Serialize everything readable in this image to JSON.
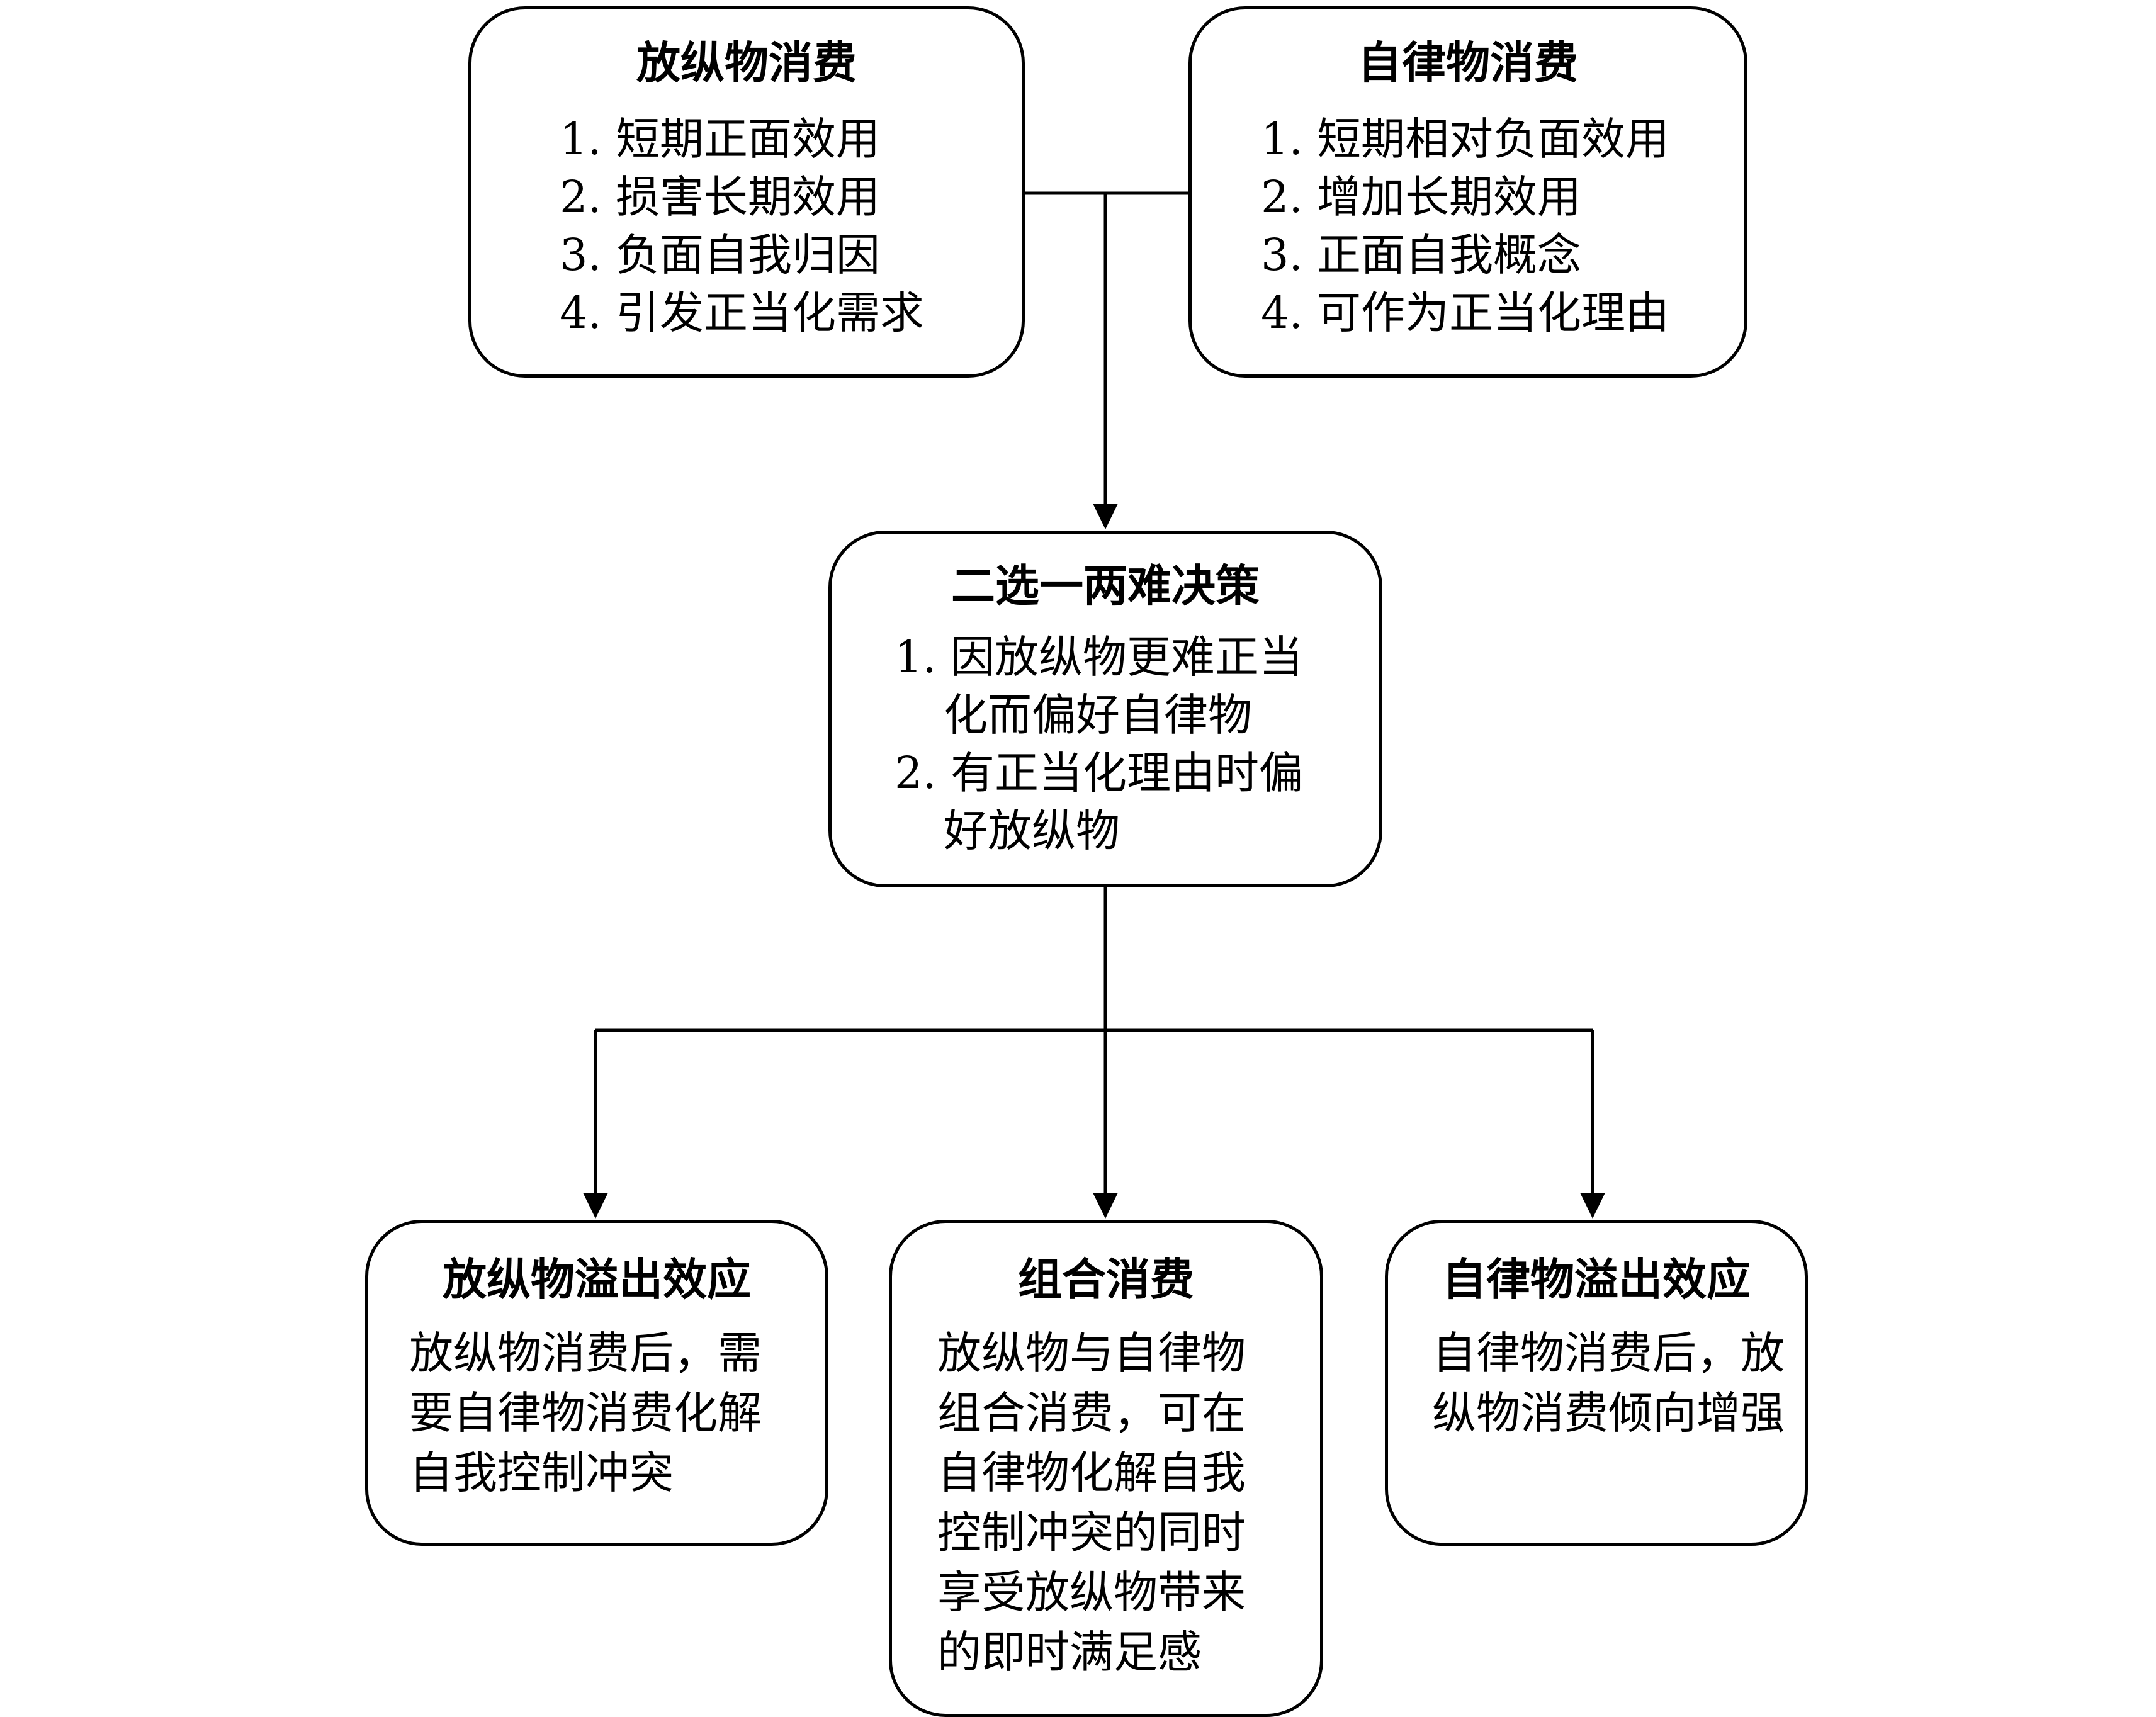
{
  "boxes": {
    "top_left": {
      "title": "放纵物消费",
      "items": [
        "1. 短期正面效用",
        "2. 损害长期效用",
        "3. 负面自我归因",
        "4. 引发正当化需求"
      ]
    },
    "top_right": {
      "title": "自律物消费",
      "items": [
        "1. 短期相对负面效用",
        "2. 增加长期效用",
        "3. 正面自我概念",
        "4. 可作为正当化理由"
      ]
    },
    "middle": {
      "title": "二选一两难决策",
      "items": [
        "1. 因放纵物更难正当化而偏好自律物",
        "2. 有正当化理由时偏好放纵物"
      ]
    },
    "bottom_left": {
      "title": "放纵物溢出效应",
      "text": "放纵物消费后，需要自律物消费化解自我控制冲突"
    },
    "bottom_middle": {
      "title": "组合消费",
      "text": "放纵物与自律物组合消费，可在自律物化解自我控制冲突的同时享受放纵物带来的即时满足感"
    },
    "bottom_right": {
      "title": "自律物溢出效应",
      "text": "自律物消费后，放纵物消费倾向增强"
    }
  }
}
